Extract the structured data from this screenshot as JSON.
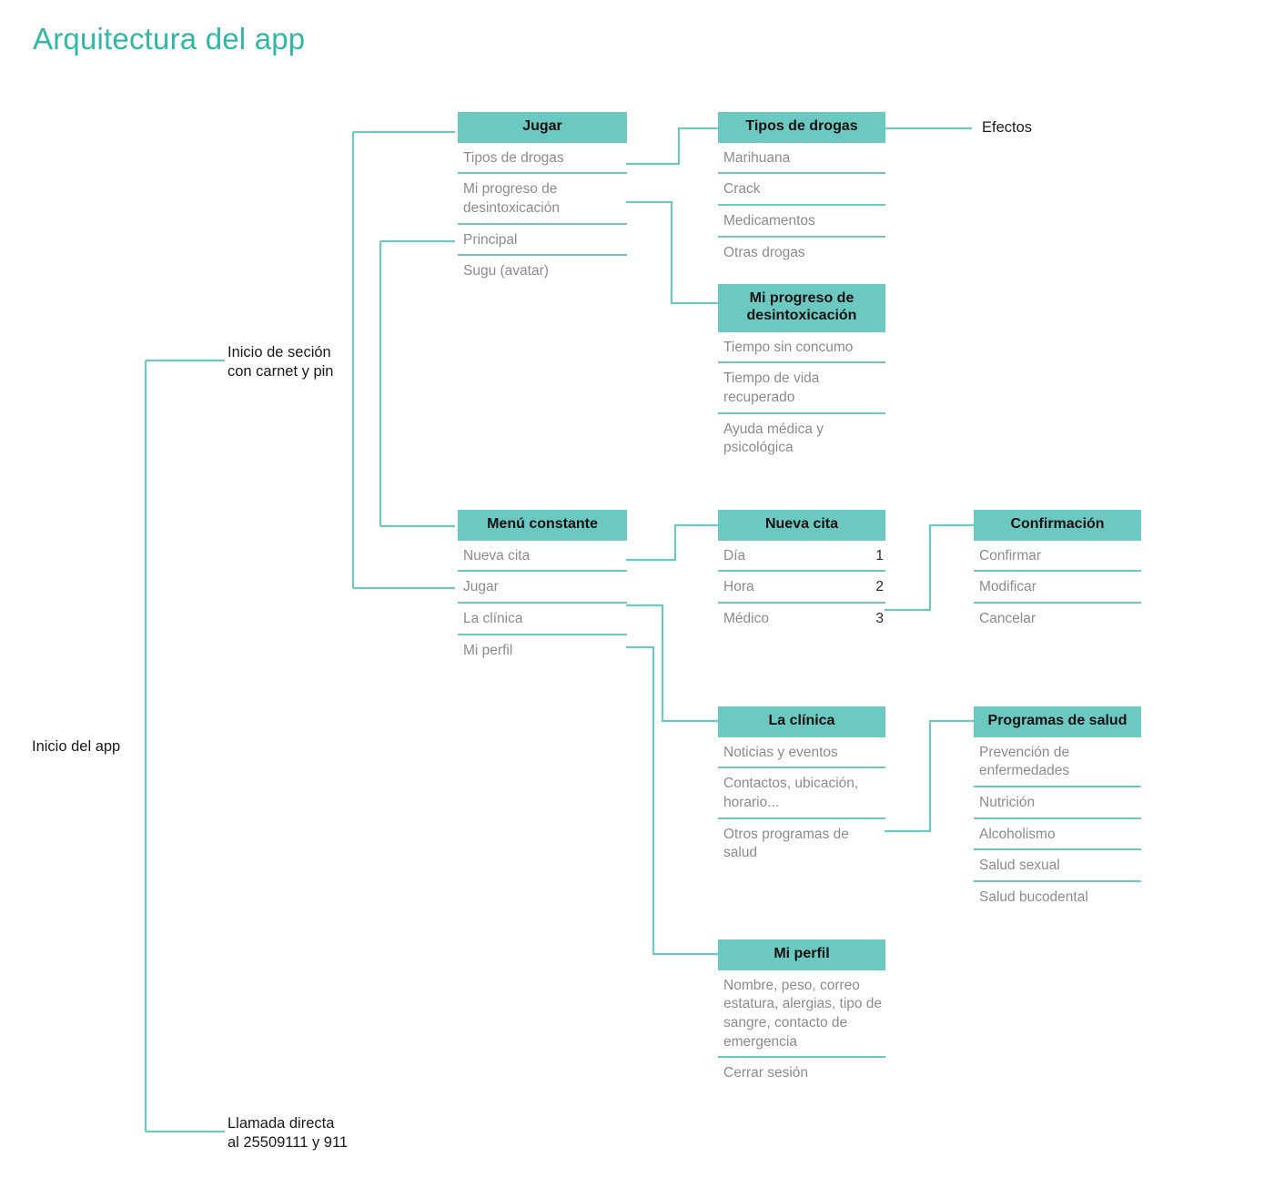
{
  "page": {
    "title": "Arquitectura del app",
    "accent_color": "#6cc9c1",
    "title_color": "#31b7a8",
    "item_text_color": "#8c8c8c",
    "label_text_color": "#1a1a1a",
    "background_color": "#ffffff"
  },
  "labels": {
    "inicio_app": "Inicio del app",
    "inicio_secion": "Inicio de seción\ncon carnet y pin",
    "llamada_directa": "Llamada directa\nal 25509111 y 911",
    "efectos": "Efectos"
  },
  "cards": {
    "jugar": {
      "title": "Jugar",
      "items": [
        {
          "label": "Tipos de drogas",
          "value": ""
        },
        {
          "label": "Mi progreso de desintoxicación",
          "value": ""
        },
        {
          "label": "Principal",
          "value": ""
        },
        {
          "label": "Sugu (avatar)",
          "value": ""
        }
      ]
    },
    "tipos_drogas": {
      "title": "Tipos de drogas",
      "items": [
        {
          "label": "Marihuana",
          "value": ""
        },
        {
          "label": "Crack",
          "value": ""
        },
        {
          "label": "Medicamentos",
          "value": ""
        },
        {
          "label": "Otras drogas",
          "value": ""
        }
      ]
    },
    "mi_progreso": {
      "title": "Mi progreso de desintoxicación",
      "items": [
        {
          "label": "Tiempo sin concumo",
          "value": ""
        },
        {
          "label": "Tiempo de vida recuperado",
          "value": ""
        },
        {
          "label": "Ayuda médica y psicológica",
          "value": ""
        }
      ]
    },
    "menu_constante": {
      "title": "Menú constante",
      "items": [
        {
          "label": "Nueva cita",
          "value": ""
        },
        {
          "label": "Jugar",
          "value": ""
        },
        {
          "label": "La clínica",
          "value": ""
        },
        {
          "label": "Mi perfil",
          "value": ""
        }
      ]
    },
    "nueva_cita": {
      "title": "Nueva cita",
      "items": [
        {
          "label": "Día",
          "value": "1"
        },
        {
          "label": "Hora",
          "value": "2"
        },
        {
          "label": "Médico",
          "value": "3"
        }
      ]
    },
    "confirmacion": {
      "title": "Confirmación",
      "items": [
        {
          "label": "Confirmar",
          "value": ""
        },
        {
          "label": "Modificar",
          "value": ""
        },
        {
          "label": "Cancelar",
          "value": ""
        }
      ]
    },
    "la_clinica": {
      "title": "La clínica",
      "items": [
        {
          "label": "Noticias y eventos",
          "value": ""
        },
        {
          "label": "Contactos, ubicación, horario...",
          "value": ""
        },
        {
          "label": "Otros programas de salud",
          "value": ""
        }
      ]
    },
    "programas_salud": {
      "title": "Programas de salud",
      "items": [
        {
          "label": "Prevención de enfermedades",
          "value": ""
        },
        {
          "label": "Nutrición",
          "value": ""
        },
        {
          "label": "Alcoholismo",
          "value": ""
        },
        {
          "label": "Salud sexual",
          "value": ""
        },
        {
          "label": "Salud bucodental",
          "value": ""
        }
      ]
    },
    "mi_perfil": {
      "title": "Mi perfil",
      "items": [
        {
          "label": "Nombre, peso, correo estatura, alergias, tipo de sangre, contacto de emergencia",
          "value": ""
        },
        {
          "label": "Cerrar sesión",
          "value": ""
        }
      ]
    }
  }
}
